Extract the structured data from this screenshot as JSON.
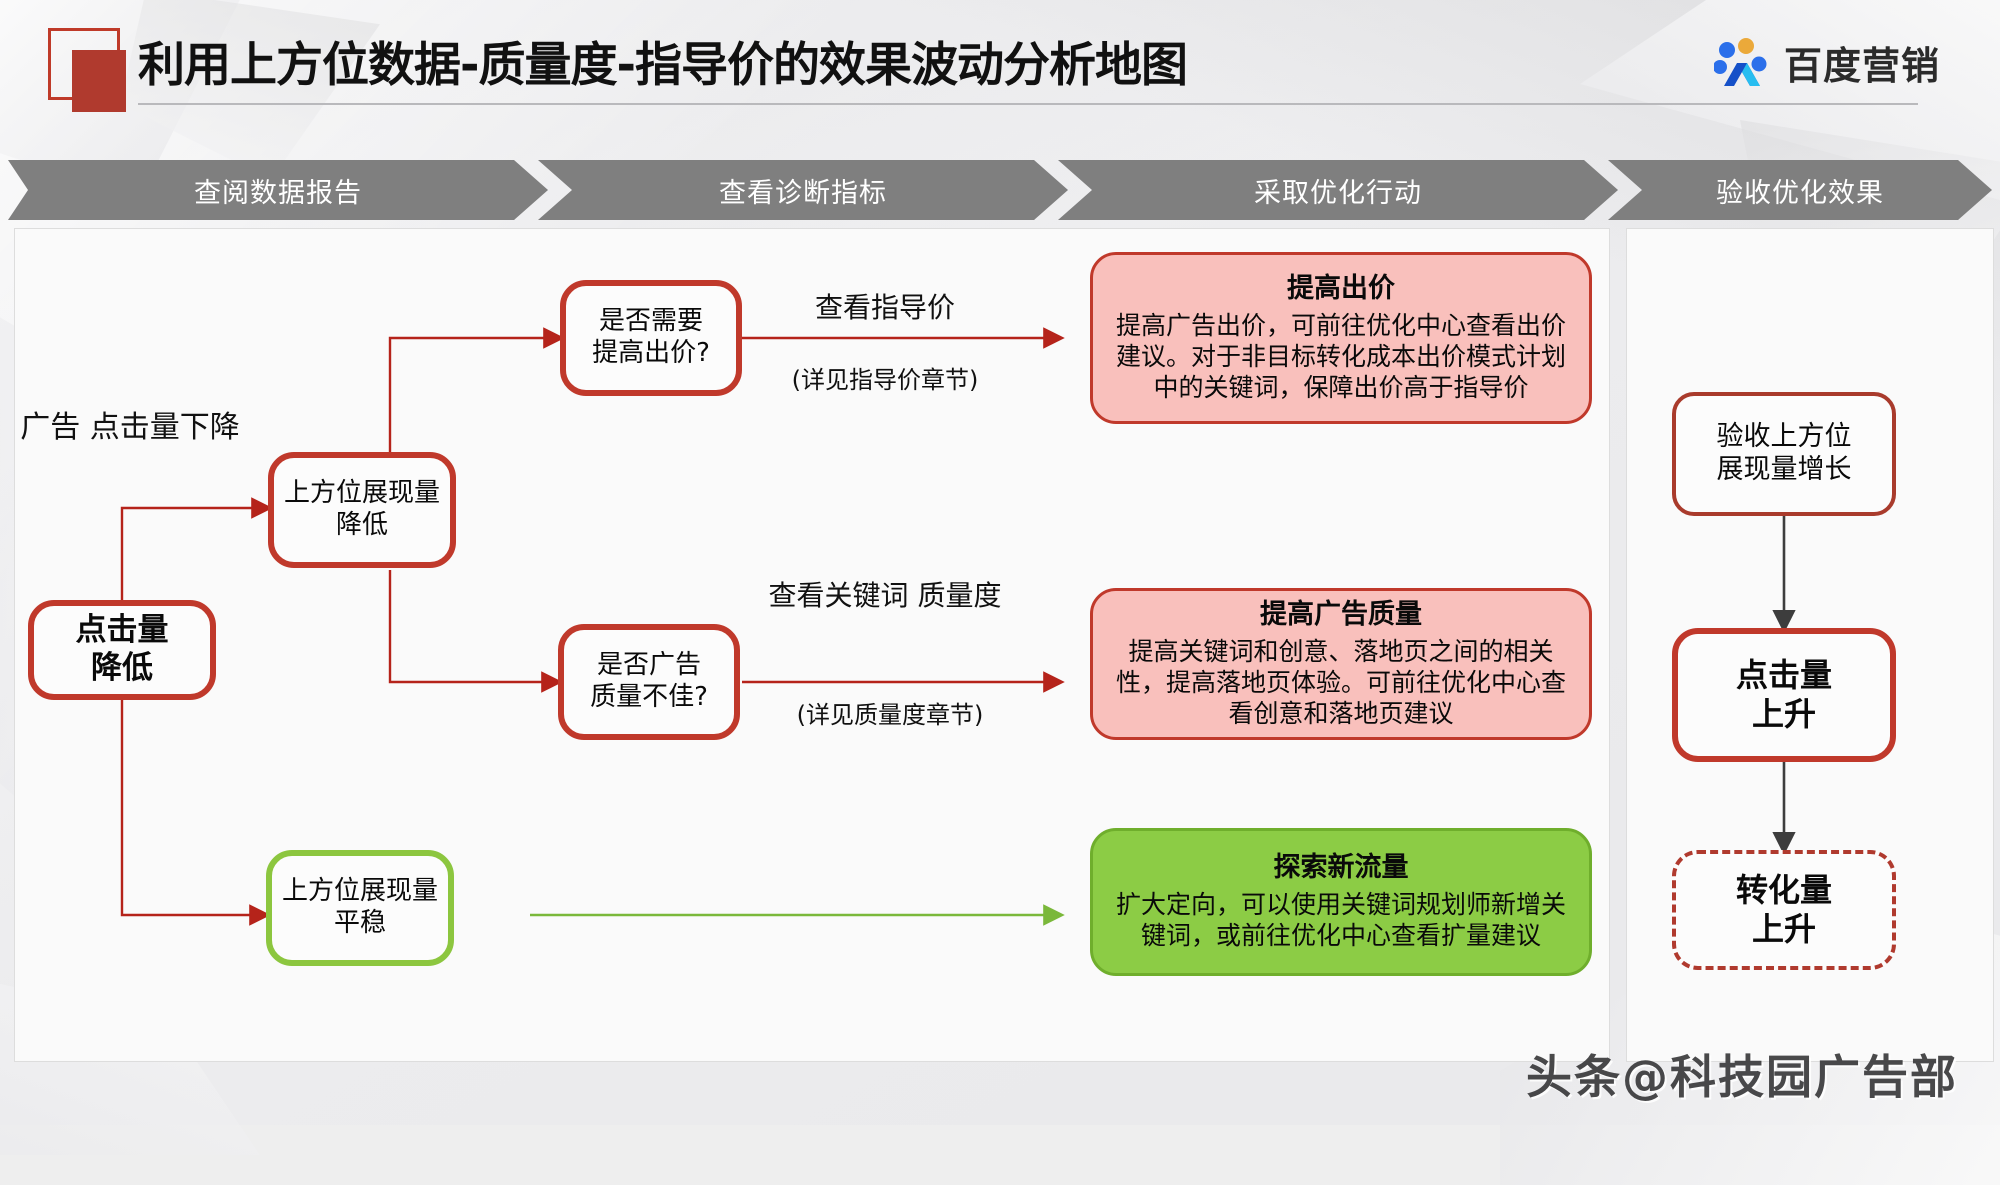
{
  "header": {
    "title": "利用上方位数据-质量度-指导价的效果波动分析地图",
    "logo_text": "百度营销",
    "logo_icon": "baidu-paw-icon",
    "accent_color": "#b03a2e"
  },
  "phases": [
    {
      "label": "查阅数据报告"
    },
    {
      "label": "查看诊断指标"
    },
    {
      "label": "采取优化行动"
    },
    {
      "label": "验收优化效果"
    }
  ],
  "annotations": {
    "trigger_line1": "广告",
    "trigger_line2": "点击量下降"
  },
  "nodes": {
    "start": {
      "line1": "点击量",
      "line2": "降低"
    },
    "symptom_drop": {
      "line1": "上方位展现量",
      "line2": "降低"
    },
    "symptom_stable": {
      "line1": "上方位展现量",
      "line2": "平稳"
    },
    "decision_bid": {
      "line1": "是否需要",
      "line2": "提高出价?"
    },
    "decision_quality": {
      "line1": "是否广告",
      "line2": "质量不佳?"
    },
    "verify_impression": {
      "line1": "验收上方位",
      "line2": "展现量增长"
    },
    "clicks_up": {
      "line1": "点击量",
      "line2": "上升"
    },
    "conversions_up": {
      "line1": "转化量",
      "line2": "上升"
    }
  },
  "edge_labels": {
    "bid": {
      "main": "查看指导价",
      "note": "(详见指导价章节)"
    },
    "quality": {
      "main_line1": "查看关键词",
      "main_line2": "质量度",
      "note": "(详见质量度章节)"
    }
  },
  "actions": [
    {
      "title": "提高出价",
      "body": "提高广告出价，可前往优化中心查看出价建议。对于非目标转化成本出价模式计划中的关键词，保障出价高于指导价",
      "color": "#f9c0bc",
      "border": "#c0392b"
    },
    {
      "title": "提高广告质量",
      "body": "提高关键词和创意、落地页之间的相关性，提高落地页体验。可前往优化中心查看创意和落地页建议",
      "color": "#f9c0bc",
      "border": "#c0392b"
    },
    {
      "title": "探索新流量",
      "body": "扩大定向，可以使用关键词规划师新增关键词，或前往优化中心查看扩量建议",
      "color": "#8ccc45",
      "border": "#6fae2c"
    }
  ],
  "watermark": "头条@科技园广告部"
}
